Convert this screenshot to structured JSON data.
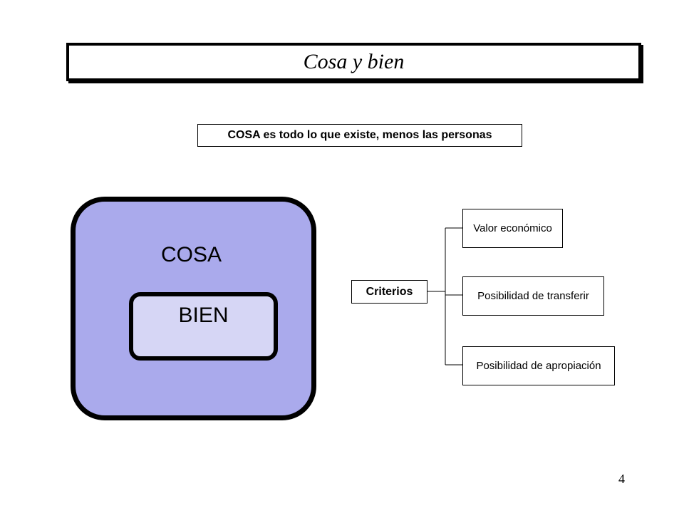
{
  "slide": {
    "title": "Cosa y bien",
    "definition": "COSA es todo lo que existe, menos las personas",
    "page_number": "4"
  },
  "diagram": {
    "outer_label": "COSA",
    "inner_label": "BIEN",
    "outer_color": "#aaaaec",
    "inner_color": "#d6d6f5"
  },
  "criteria": {
    "root": "Criterios",
    "items": [
      "Valor económico",
      "Posibilidad de transferir",
      "Posibilidad de apropiación"
    ]
  }
}
